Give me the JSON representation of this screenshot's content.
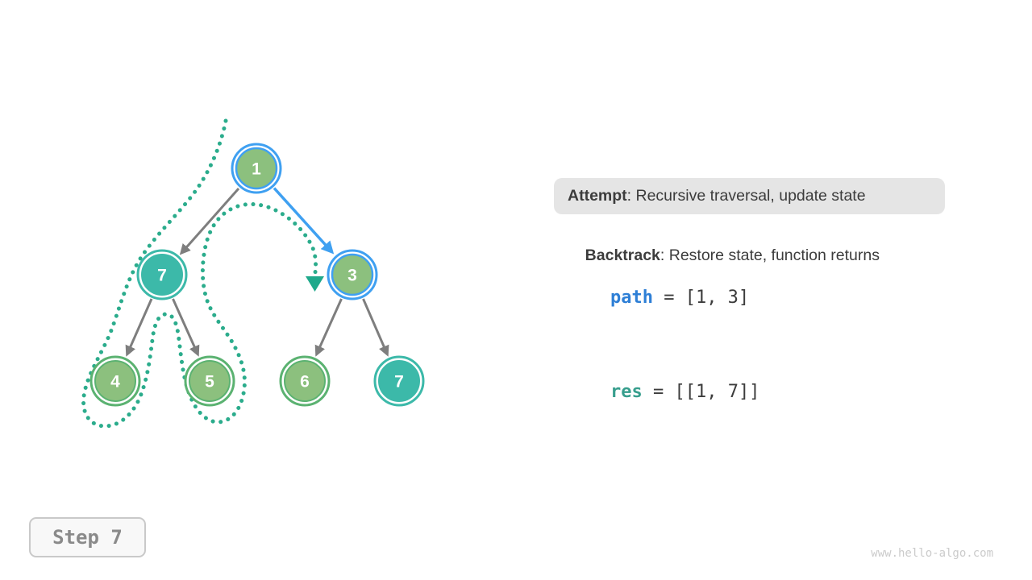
{
  "tree": {
    "nodes": [
      {
        "id": "root",
        "label": "1",
        "style": "current-path"
      },
      {
        "id": "left-child",
        "label": "7",
        "style": "teal-selected"
      },
      {
        "id": "right-child",
        "label": "3",
        "style": "current-path"
      },
      {
        "id": "leaf-4",
        "label": "4",
        "style": "green"
      },
      {
        "id": "leaf-5",
        "label": "5",
        "style": "green"
      },
      {
        "id": "leaf-6",
        "label": "6",
        "style": "green"
      },
      {
        "id": "leaf-7",
        "label": "7",
        "style": "teal-selected"
      }
    ],
    "edges": [
      {
        "from": "1",
        "to": "7",
        "type": "gray"
      },
      {
        "from": "1",
        "to": "3",
        "type": "blue-highlight"
      },
      {
        "from": "7",
        "to": "4",
        "type": "gray"
      },
      {
        "from": "7",
        "to": "5",
        "type": "gray"
      },
      {
        "from": "3",
        "to": "6",
        "type": "gray"
      },
      {
        "from": "3",
        "to": "7",
        "type": "gray"
      }
    ],
    "trace": "dotted backtracking contour around left subtree ending with arrow at node 3"
  },
  "colors": {
    "node_green_fill": "#8CC07E",
    "node_green_ring": "#5BB271",
    "node_teal": "#3CB9A9",
    "highlight_blue": "#3FA0F1",
    "trace_dots": "#2BAC8C",
    "edge_gray": "#7E7E7E",
    "text_dark": "#3C3C3C",
    "path_keyword_blue": "#2E7FD6",
    "res_keyword_teal": "#379E8D",
    "attempt_box_bg": "#E5E5E5"
  },
  "panel": {
    "attempt": {
      "label": "Attempt",
      "rest": ": Recursive traversal, update state"
    },
    "backtrack": {
      "label": "Backtrack",
      "rest": ": Restore state, function returns"
    },
    "path": {
      "var": "path",
      "rest": " = [1, 3]"
    },
    "res": {
      "var": "res",
      "rest": " = [[1, 7]]"
    }
  },
  "footer": {
    "step": "Step 7",
    "watermark": "www.hello-algo.com"
  }
}
